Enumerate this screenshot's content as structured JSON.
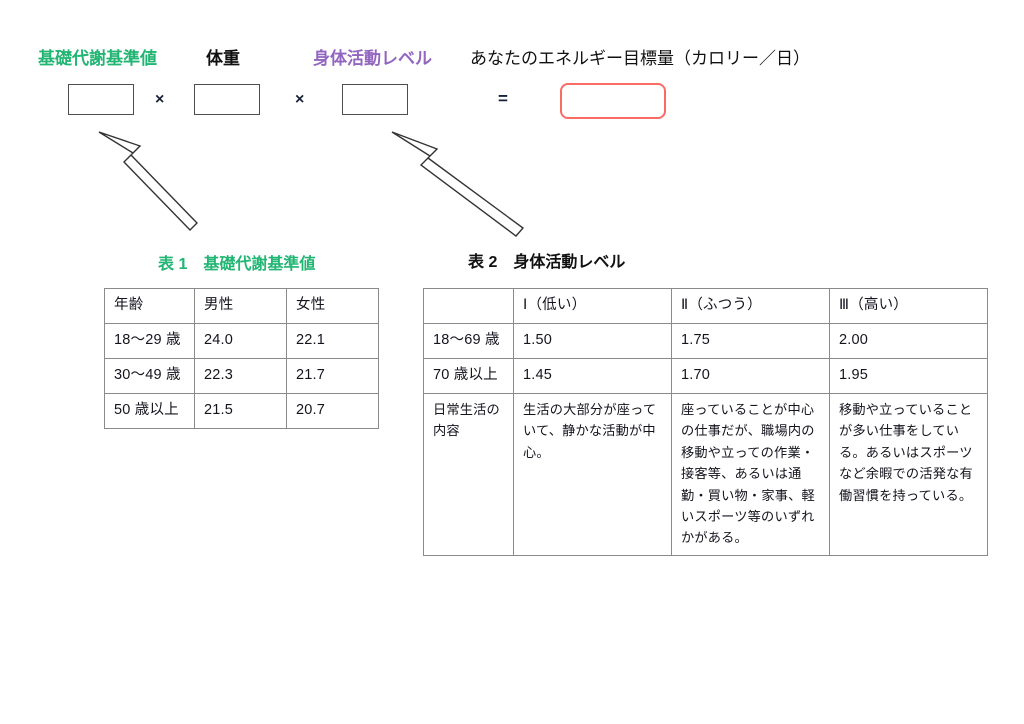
{
  "formula": {
    "labels": {
      "bmr": "基礎代謝基準値",
      "weight": "体重",
      "pal": "身体活動レベル",
      "goal": "あなたのエネルギー目標量（カロリー／日）"
    },
    "operators": {
      "multiply1": "×",
      "multiply2": "×",
      "equals": "="
    },
    "inputs": {
      "bmr_value": "",
      "weight_value": "",
      "pal_value": "",
      "result_value": ""
    },
    "colors": {
      "bmr_label": "#22b573",
      "pal_label": "#9266bf",
      "result_border": "#fa6b63",
      "box_border": "#4d4d4d"
    }
  },
  "table1": {
    "caption": "表 1　基礎代謝基準値",
    "caption_color": "#22b573",
    "headers": [
      "年齢",
      "男性",
      "女性"
    ],
    "rows": [
      [
        "18〜29 歳",
        "24.0",
        "22.1"
      ],
      [
        "30〜49 歳",
        "22.3",
        "21.7"
      ],
      [
        "50 歳以上",
        "21.5",
        "20.7"
      ]
    ]
  },
  "table2": {
    "caption": "表 2　身体活動レベル",
    "caption_color": "#111111",
    "headers": [
      "",
      "Ⅰ（低い）",
      "Ⅱ（ふつう）",
      "Ⅲ（高い）"
    ],
    "rows": [
      [
        "18〜69 歳",
        "1.50",
        "1.75",
        "2.00"
      ],
      [
        "70 歳以上",
        "1.45",
        "1.70",
        "1.95"
      ]
    ],
    "description_row": {
      "label": "日常生活の内容",
      "level1": "生活の大部分が座っていて、静かな活動が中心。",
      "level2": "座っていることが中心の仕事だが、職場内の移動や立っての作業・接客等、あるいは通勤・買い物・家事、軽いスポーツ等のいずれかがある。",
      "level3": "移動や立っていることが多い仕事をしている。あるいはスポーツなど余暇での活発な有働習慣を持っている。"
    }
  },
  "arrows": {
    "arrow1_name": "arrow-from-bmr-box-to-table1",
    "arrow2_name": "arrow-from-pal-box-to-table2"
  }
}
